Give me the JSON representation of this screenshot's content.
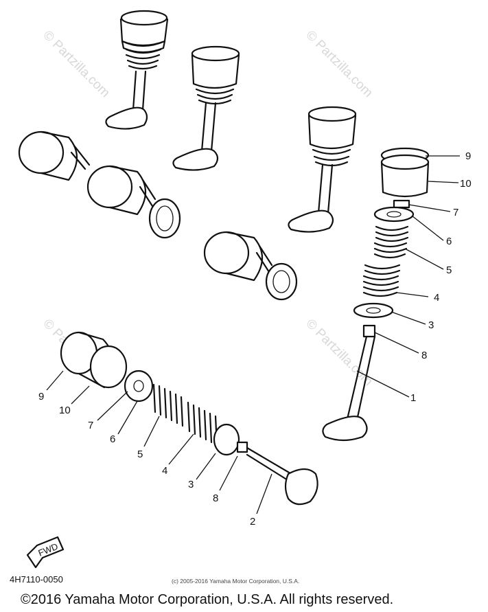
{
  "watermark": "© Partzilla.com",
  "callouts": [
    {
      "id": "9",
      "text": "9"
    },
    {
      "id": "10",
      "text": "10"
    },
    {
      "id": "7",
      "text": "7"
    },
    {
      "id": "6",
      "text": "6"
    },
    {
      "id": "5",
      "text": "5"
    },
    {
      "id": "4",
      "text": "4"
    },
    {
      "id": "3",
      "text": "3"
    },
    {
      "id": "8",
      "text": "8"
    },
    {
      "id": "1",
      "text": "1"
    },
    {
      "id": "2",
      "text": "2"
    }
  ],
  "diagram_code": "4H7110-0050",
  "fwd_marker": "FWD",
  "copyright_small": "(c) 2005-2016 Yamaha Motor Corporation, U.S.A.",
  "copyright_main": "©2016 Yamaha Motor Corporation, U.S.A. All rights reserved."
}
